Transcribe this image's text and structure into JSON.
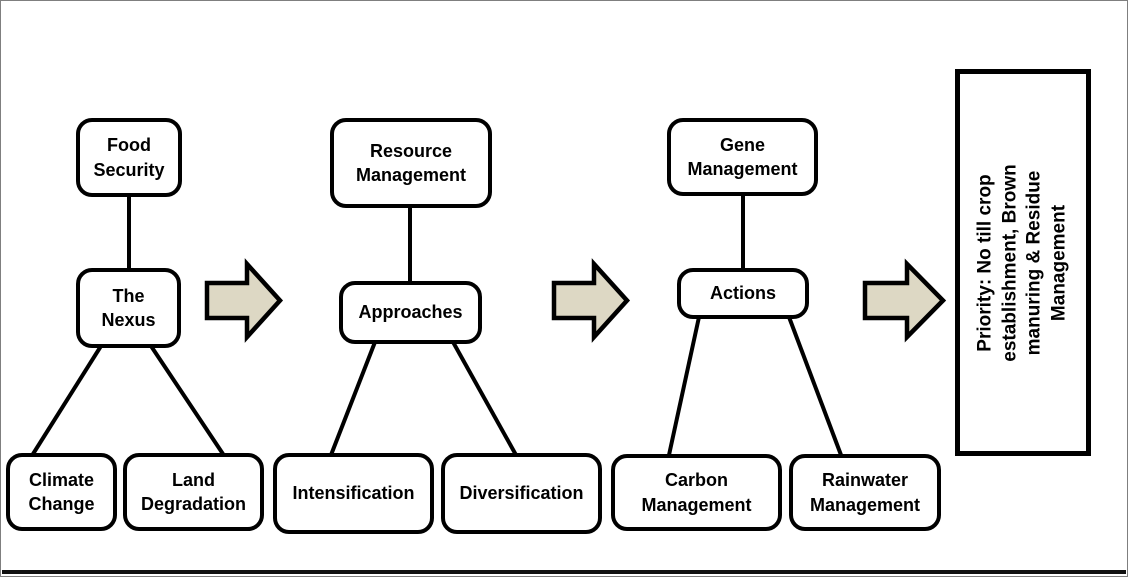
{
  "figure": {
    "nodes": {
      "food_security": "Food\nSecurity",
      "the_nexus": "The\nNexus",
      "climate_change": "Climate\nChange",
      "land_degradation": "Land\nDegradation",
      "resource_management": "Resource\nManagement",
      "approaches": "Approaches",
      "intensification": "Intensification",
      "diversification": "Diversification",
      "gene_management": "Gene\nManagement",
      "actions": "Actions",
      "carbon_management": "Carbon\nManagement",
      "rainwater_management": "Rainwater\nManagement",
      "priority": "Priority: No till crop\nestablishment, Brown\nmanuring & Residue\nManagement"
    },
    "edges": [
      [
        "food_security",
        "the_nexus"
      ],
      [
        "the_nexus",
        "climate_change"
      ],
      [
        "the_nexus",
        "land_degradation"
      ],
      [
        "resource_management",
        "approaches"
      ],
      [
        "approaches",
        "intensification"
      ],
      [
        "approaches",
        "diversification"
      ],
      [
        "gene_management",
        "actions"
      ],
      [
        "actions",
        "carbon_management"
      ],
      [
        "actions",
        "rainwater_management"
      ]
    ],
    "flow_sequence": [
      "the_nexus",
      "approaches",
      "actions",
      "priority"
    ],
    "colors": {
      "arrow_fill": "#ddd8c4",
      "line": "#000000",
      "node_border": "#000000",
      "background": "#ffffff",
      "frame_border": "#7f7f7f",
      "bottom_bar": "#111111"
    }
  }
}
